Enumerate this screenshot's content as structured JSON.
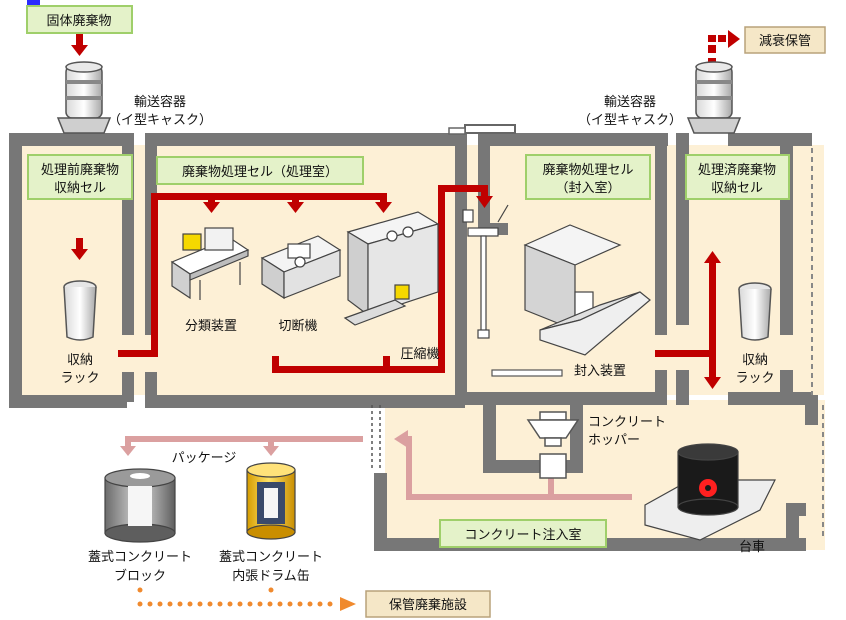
{
  "inputs": {
    "solid_waste": "固体廃棄物"
  },
  "outputs": {
    "decay_storage": "減衰保管",
    "storage_facility": "保管廃棄施設"
  },
  "cask_labels": {
    "left": [
      "輸送容器",
      "（イ型キャスク）"
    ],
    "right": [
      "輸送容器",
      "（イ型キャスク）"
    ]
  },
  "cells": {
    "pre_storage": [
      "処理前廃棄物",
      "収納セル"
    ],
    "processing": "廃棄物処理セル（処理室）",
    "sealing": [
      "廃棄物処理セル",
      "（封入室）"
    ],
    "post_storage": [
      "処理済廃棄物",
      "収納セル"
    ],
    "concrete_room": "コンクリート注入室"
  },
  "equipment": {
    "rack_left": [
      "収納",
      "ラック"
    ],
    "rack_right": [
      "収納",
      "ラック"
    ],
    "sorter": "分類装置",
    "cutter": "切断機",
    "compactor": "圧縮機",
    "sealer": "封入装置",
    "hopper": [
      "コンクリート",
      "ホッパー"
    ],
    "cart": "台車"
  },
  "packages": {
    "title": "パッケージ",
    "block": [
      "蓋式コンクリート",
      "ブロック"
    ],
    "drum": [
      "蓋式コンクリート",
      "内張ドラム缶"
    ]
  },
  "colors": {
    "wall": "#777777",
    "cell_fill": "#fdf0d6",
    "flow_red": "#c00000",
    "flow_pink": "#dba0a0",
    "label_green_fill": "#e4f2c9",
    "label_green_border": "#9fcf6a",
    "output_box_fill": "#f5e7c7",
    "output_box_border": "#b8a27a",
    "storage_orange": "#f08a2e",
    "hazard_yellow": "#f5c400"
  }
}
